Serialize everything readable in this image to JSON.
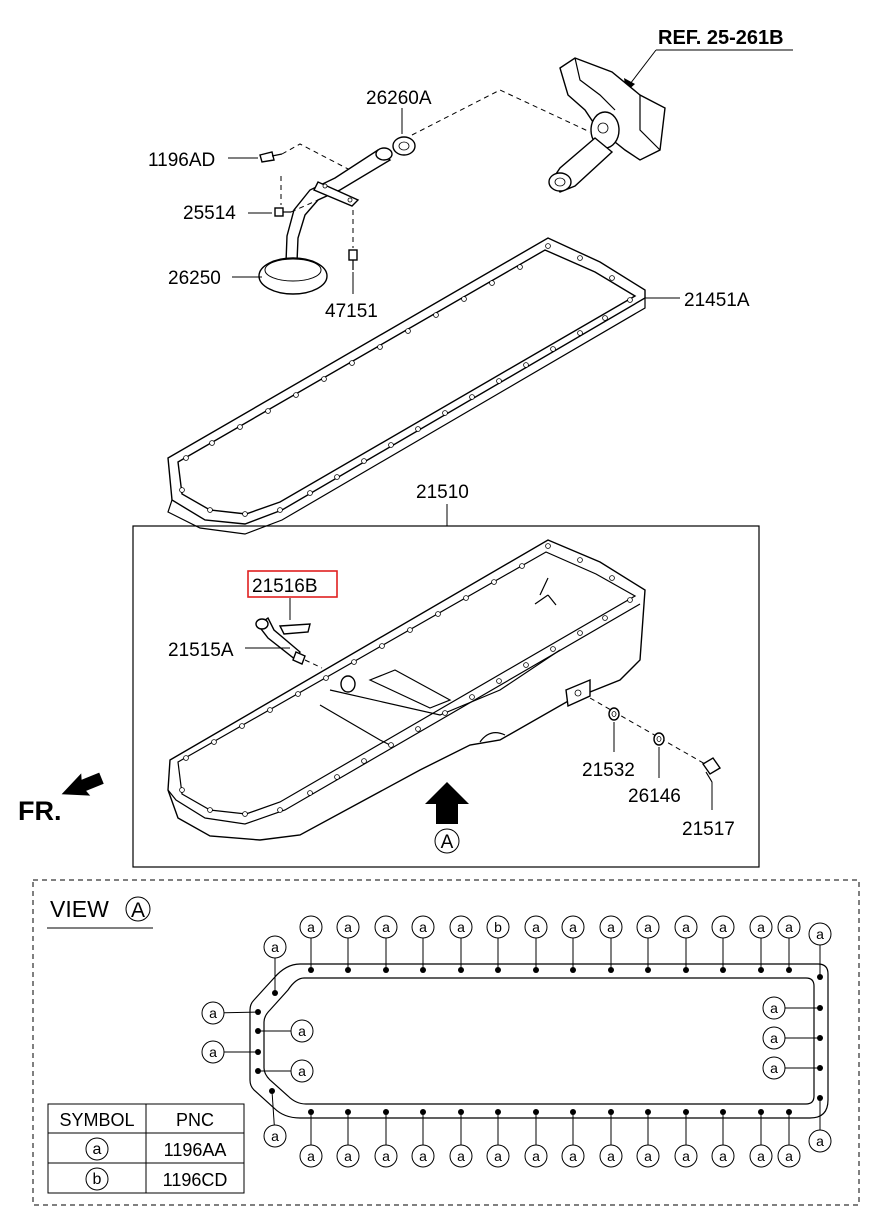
{
  "labels": {
    "ref": "REF. 25-261B",
    "p26260a": "26260A",
    "p1196ad": "1196AD",
    "p25514": "25514",
    "p26250": "26250",
    "p47151": "47151",
    "p21451a": "21451A",
    "p21510": "21510",
    "p21516b": "21516B",
    "p21515a": "21515A",
    "p21532": "21532",
    "p26146": "26146",
    "p21517": "21517",
    "arrow_marker": "A",
    "fr": "FR."
  },
  "view": {
    "title": "VIEW",
    "marker": "A",
    "symbol_a": "a",
    "symbol_b": "b",
    "top_row": [
      "a",
      "a",
      "a",
      "a",
      "a",
      "b",
      "a",
      "a",
      "a",
      "a",
      "a",
      "a",
      "a",
      "a"
    ],
    "bottom_row": [
      "a",
      "a",
      "a",
      "a",
      "a",
      "a",
      "a",
      "a",
      "a",
      "a",
      "a",
      "a",
      "a",
      "a"
    ],
    "left_callouts": [
      "a",
      "a",
      "a",
      "a",
      "a",
      "a"
    ],
    "right_callouts": [
      "a",
      "a",
      "a",
      "a",
      "a"
    ]
  },
  "table": {
    "headers": [
      "SYMBOL",
      "PNC"
    ],
    "rows": [
      {
        "symbol": "a",
        "pnc": "1196AA"
      },
      {
        "symbol": "b",
        "pnc": "1196CD"
      }
    ]
  },
  "highlight_color": "#e02020"
}
